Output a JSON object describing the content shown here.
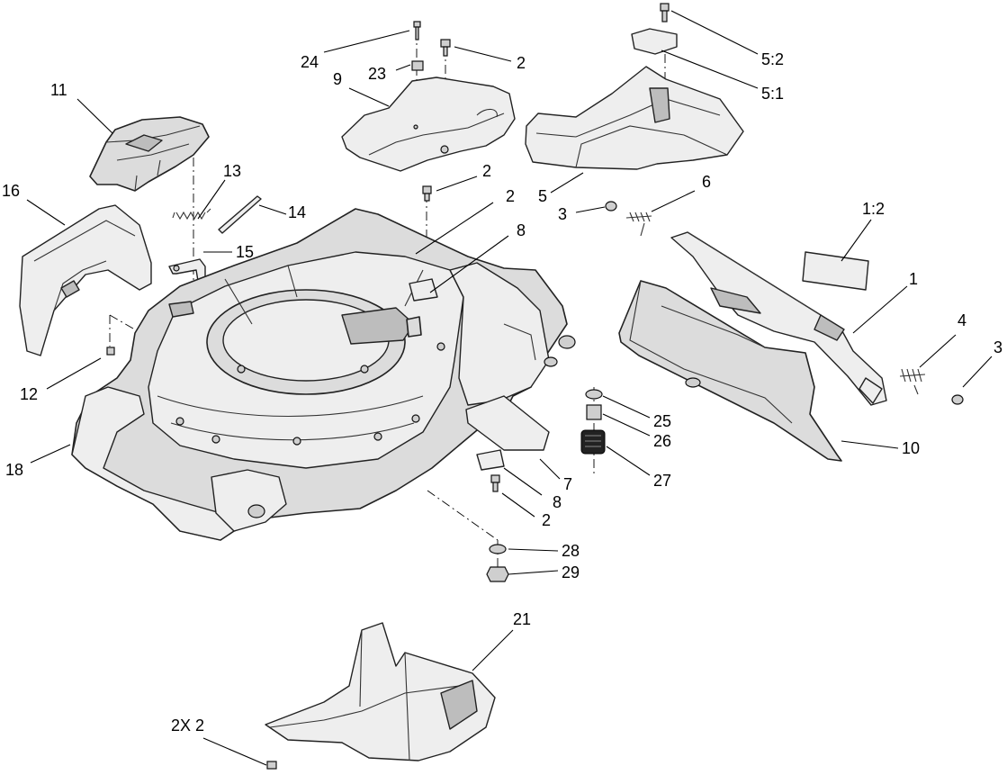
{
  "diagram": {
    "callouts": [
      {
        "id": "c-24",
        "text": "24"
      },
      {
        "id": "c-23",
        "text": "23"
      },
      {
        "id": "c-2a",
        "text": "2"
      },
      {
        "id": "c-9",
        "text": "9"
      },
      {
        "id": "c-11",
        "text": "11"
      },
      {
        "id": "c-5-2",
        "text": "5:2"
      },
      {
        "id": "c-5-1",
        "text": "5:1"
      },
      {
        "id": "c-2b",
        "text": "2"
      },
      {
        "id": "c-5",
        "text": "5"
      },
      {
        "id": "c-6",
        "text": "6"
      },
      {
        "id": "c-13",
        "text": "13"
      },
      {
        "id": "c-14",
        "text": "14"
      },
      {
        "id": "c-16",
        "text": "16"
      },
      {
        "id": "c-2c",
        "text": "2"
      },
      {
        "id": "c-3a",
        "text": "3"
      },
      {
        "id": "c-1-2",
        "text": "1:2"
      },
      {
        "id": "c-15",
        "text": "15"
      },
      {
        "id": "c-8a",
        "text": "8"
      },
      {
        "id": "c-1",
        "text": "1"
      },
      {
        "id": "c-4",
        "text": "4"
      },
      {
        "id": "c-3b",
        "text": "3"
      },
      {
        "id": "c-12",
        "text": "12"
      },
      {
        "id": "c-25",
        "text": "25"
      },
      {
        "id": "c-26",
        "text": "26"
      },
      {
        "id": "c-10",
        "text": "10"
      },
      {
        "id": "c-18",
        "text": "18"
      },
      {
        "id": "c-27",
        "text": "27"
      },
      {
        "id": "c-7",
        "text": "7"
      },
      {
        "id": "c-8b",
        "text": "8"
      },
      {
        "id": "c-2d",
        "text": "2"
      },
      {
        "id": "c-28",
        "text": "28"
      },
      {
        "id": "c-29",
        "text": "29"
      },
      {
        "id": "c-21",
        "text": "21"
      },
      {
        "id": "c-2x2",
        "text": "2X 2"
      }
    ]
  }
}
